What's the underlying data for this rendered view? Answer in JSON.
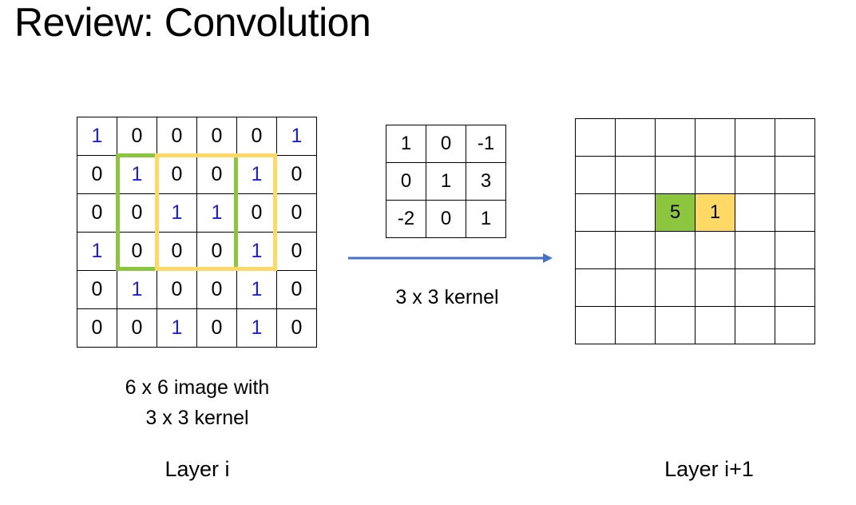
{
  "title": "Review: Convolution",
  "image": {
    "rows": [
      [
        "1",
        "0",
        "0",
        "0",
        "0",
        "1"
      ],
      [
        "0",
        "1",
        "0",
        "0",
        "1",
        "0"
      ],
      [
        "0",
        "0",
        "1",
        "1",
        "0",
        "0"
      ],
      [
        "1",
        "0",
        "0",
        "0",
        "1",
        "0"
      ],
      [
        "0",
        "1",
        "0",
        "0",
        "1",
        "0"
      ],
      [
        "0",
        "0",
        "1",
        "0",
        "1",
        "0"
      ]
    ],
    "caption_line1": "6 x 6 image with",
    "caption_line2": "3 x 3 kernel",
    "layer_label": "Layer i"
  },
  "kernel": {
    "rows": [
      [
        "1",
        "0",
        "-1"
      ],
      [
        "0",
        "1",
        "3"
      ],
      [
        "-2",
        "0",
        "1"
      ]
    ],
    "caption": "3 x 3 kernel"
  },
  "output": {
    "values": {
      "2,2": "5",
      "2,3": "1"
    },
    "highlight_colors": {
      "2,2": "#8cc63f",
      "2,3": "#ffd966"
    },
    "layer_label": "Layer i+1"
  },
  "colors": {
    "one_digit": "#1f1fd6",
    "green_window": "#8cc63f",
    "yellow_window": "#ffd966",
    "arrow": "#4472c4"
  }
}
